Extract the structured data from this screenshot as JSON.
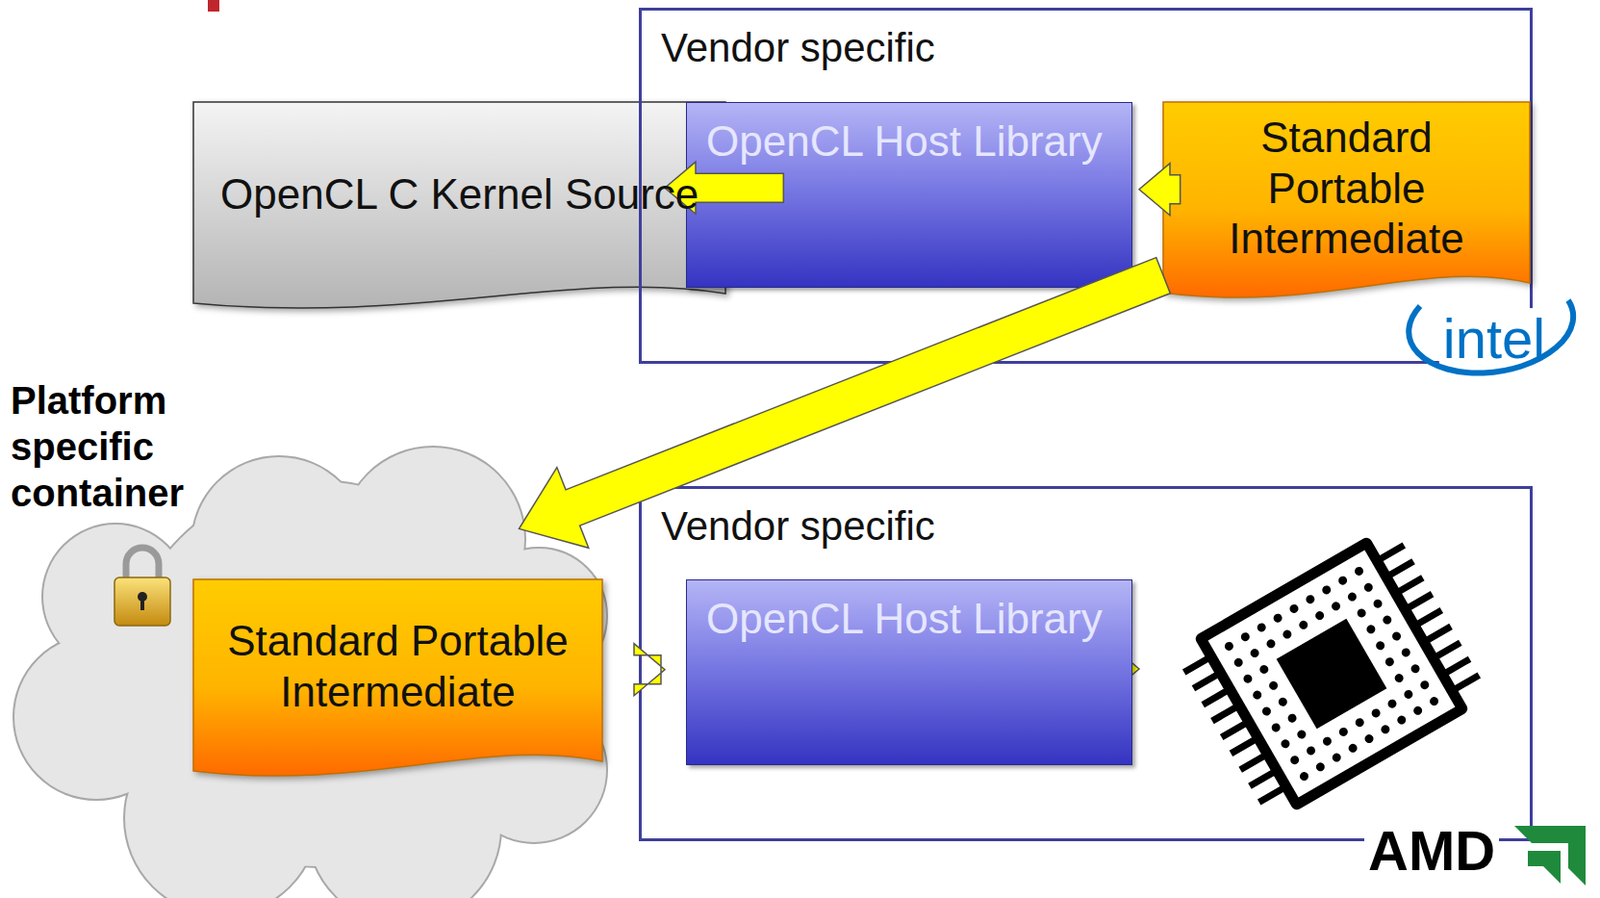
{
  "diagram": {
    "nodes": [
      {
        "text": [
          "OpenCL C Kernel Source"
        ]
      },
      {
        "text": [
          "Vendor specific"
        ]
      },
      {
        "text": [
          "OpenCL Host Library"
        ],
        "in": 1
      },
      {
        "text": [
          "Standard Portable Intermediate"
        ],
        "in": 1
      },
      {
        "text": [
          "Platform specific container"
        ]
      },
      {
        "text": [
          "Standard Portable Intermediate"
        ],
        "in": 4
      },
      {
        "text": [
          "Vendor specific"
        ]
      },
      {
        "text": [
          "OpenCL Host Library"
        ],
        "in": 6
      }
    ],
    "edges": [
      {
        "from": 0,
        "to": 2,
        "arrow": "to"
      },
      {
        "from": 2,
        "to": 3,
        "arrow": "to"
      },
      {
        "from": 3,
        "to": 4,
        "arrow": "to"
      },
      {
        "from": 5,
        "to": 7,
        "arrow": "to"
      }
    ],
    "labels": [
      "intel",
      "AMD"
    ]
  }
}
